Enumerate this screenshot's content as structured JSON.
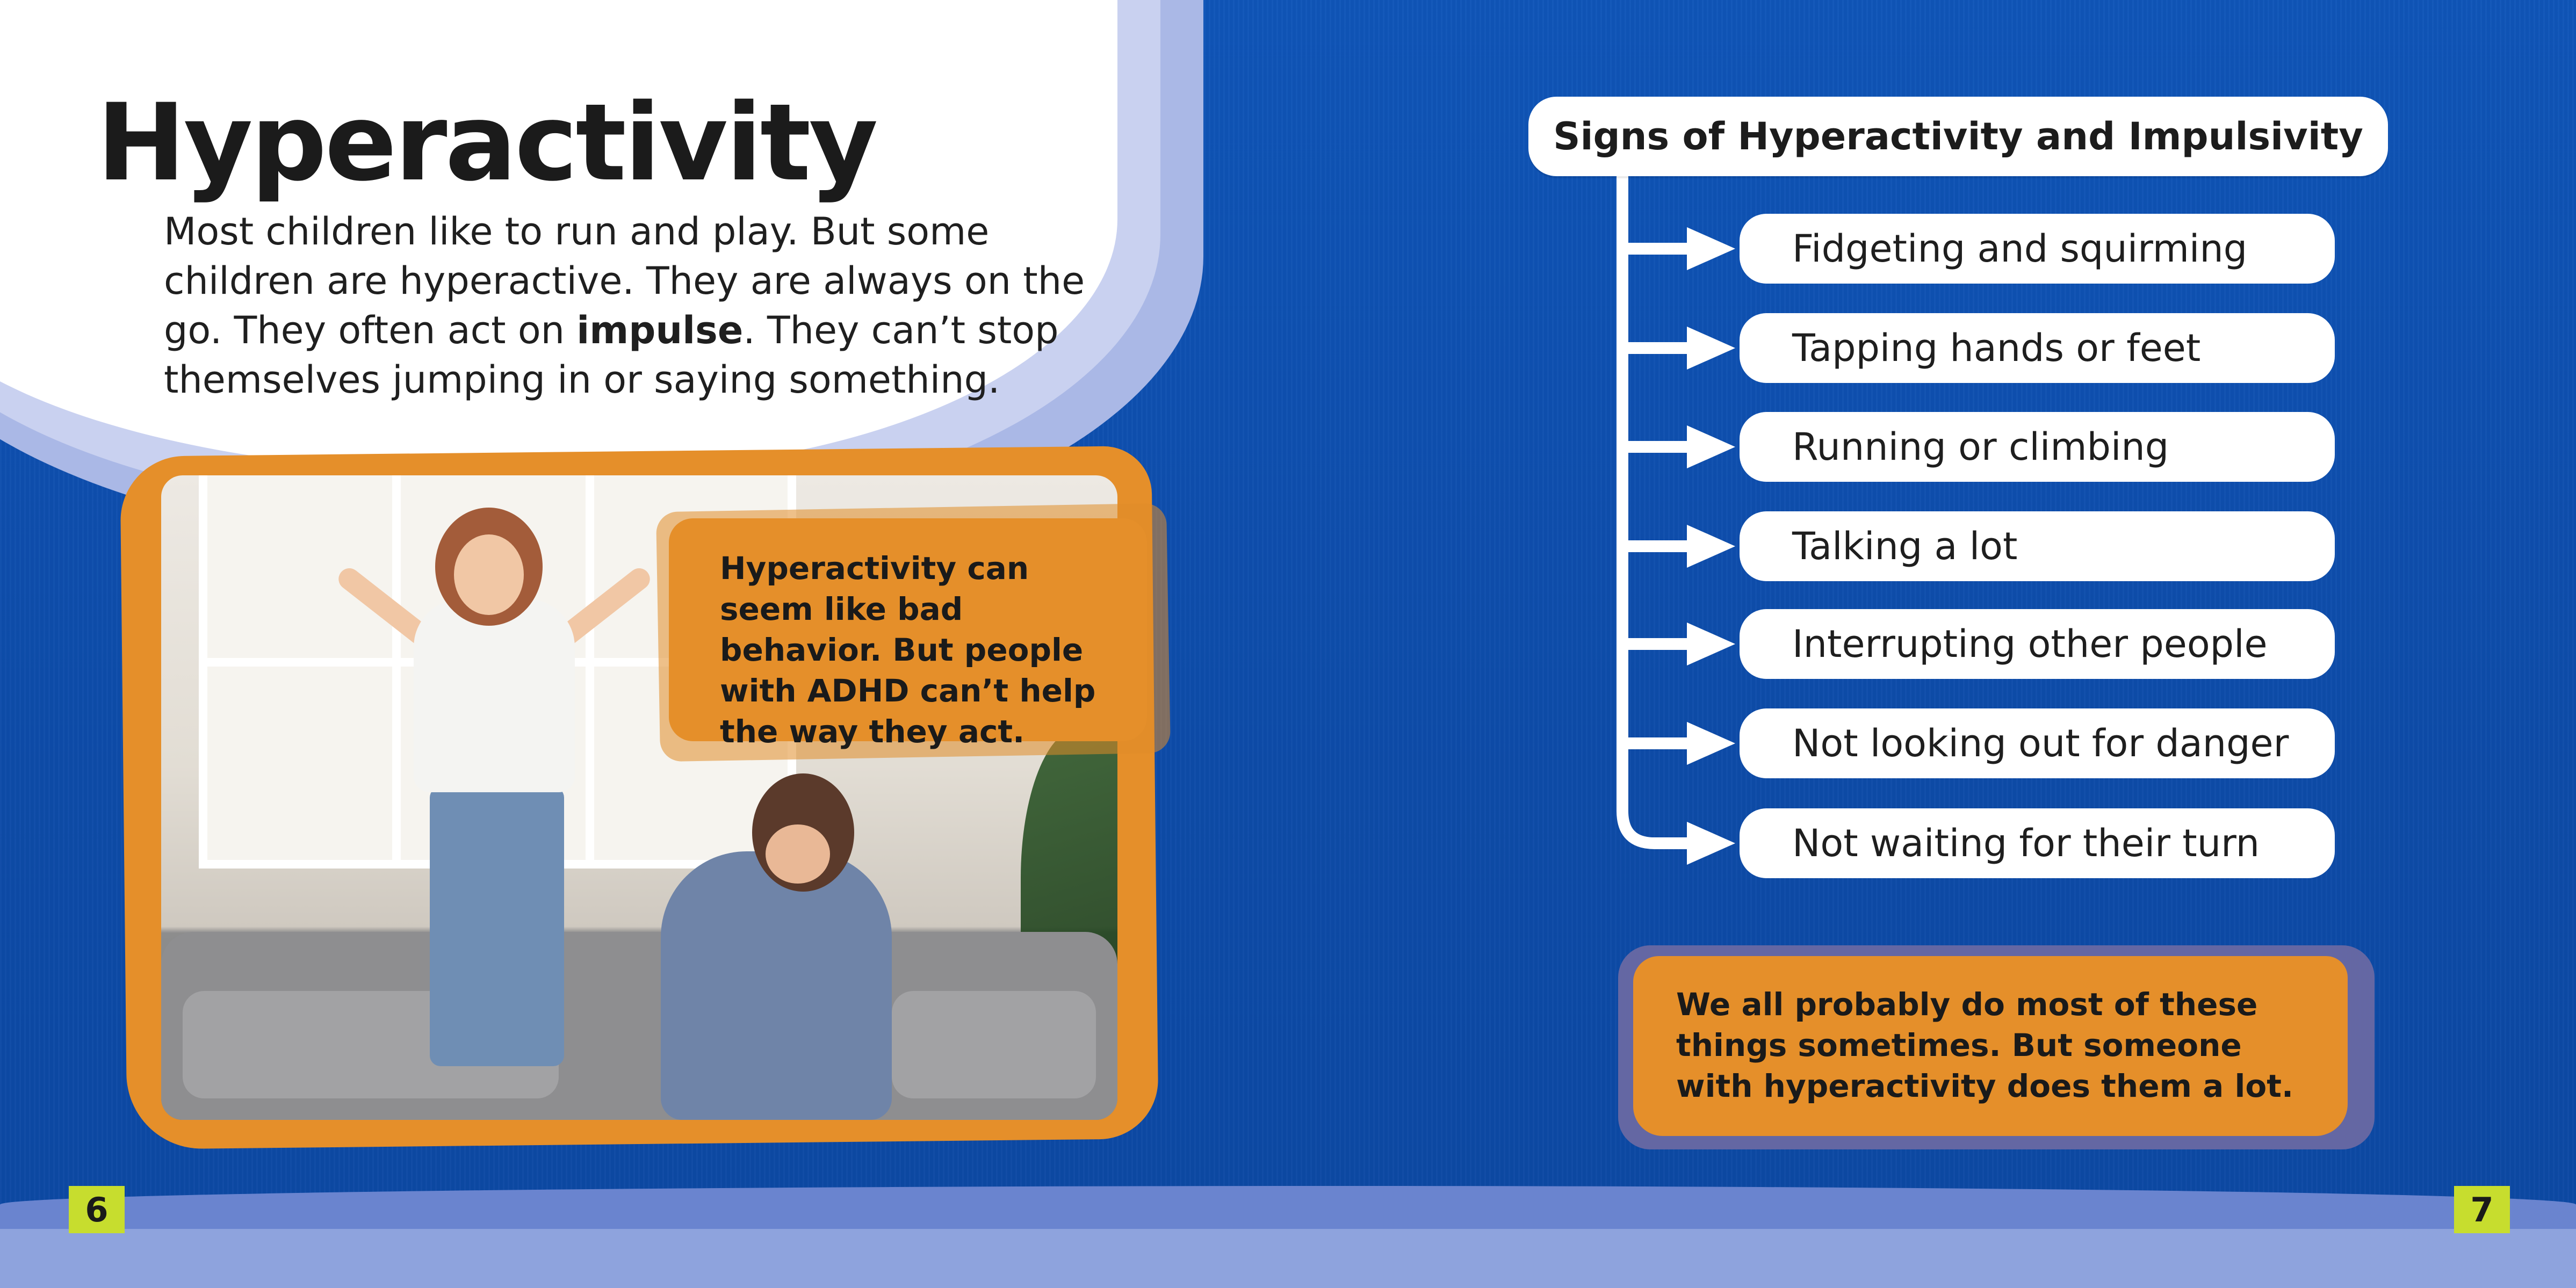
{
  "left_page": {
    "title": "Hyperactivity",
    "intro": {
      "part1": "Most children like to run and play. But some children are hyperactive. They are always on the go. They often act on ",
      "bold_word": "impulse",
      "part2": ". They can’t stop themselves jumping in or saying something."
    },
    "callout": {
      "lead": "Hyperactivity",
      "rest": " can seem like bad behavior. But people with ADHD can’t help the way they act."
    },
    "page_number": "6"
  },
  "right_page": {
    "signs_title": "Signs of Hyperactivity and Impulsivity",
    "signs": [
      "Fidgeting and squirming",
      "Tapping hands or feet",
      "Running or climbing",
      "Talking a lot",
      "Interrupting other people",
      "Not looking out for danger",
      "Not waiting for their turn"
    ],
    "note": "We all probably do most of these things sometimes. But someone with hyperactivity does them a lot.",
    "page_number": "7"
  },
  "colors": {
    "background_blue": "#0e4fae",
    "accent_orange": "#e58f2a",
    "page_number_green": "#c7dd2e",
    "cloud_white": "#ffffff"
  }
}
